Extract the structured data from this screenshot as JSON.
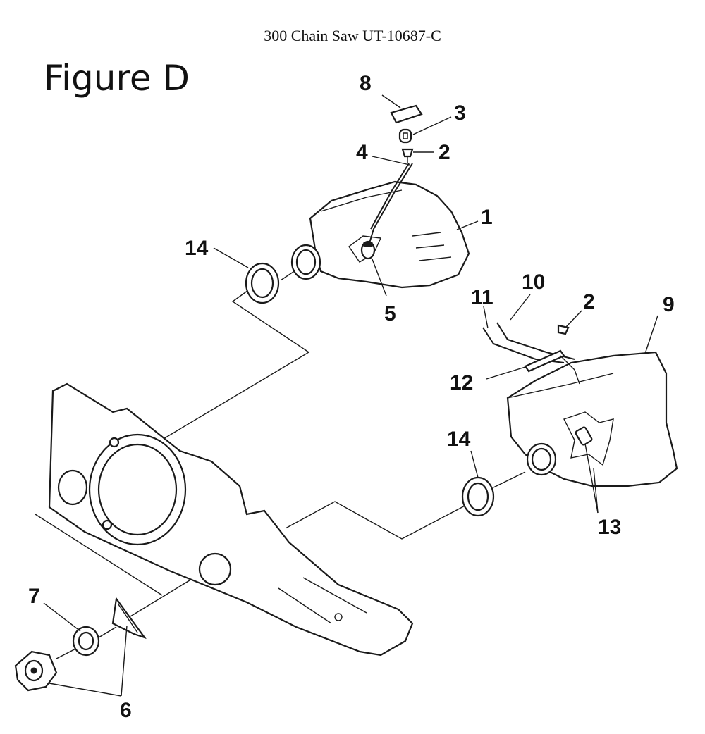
{
  "header": {
    "text": "300 Chain Saw UT-10687-C"
  },
  "figure": {
    "title": "Figure D"
  },
  "callouts": [
    {
      "id": "c8",
      "label": "8"
    },
    {
      "id": "c3",
      "label": "3"
    },
    {
      "id": "c2a",
      "label": "2"
    },
    {
      "id": "c4",
      "label": "4"
    },
    {
      "id": "c1",
      "label": "1"
    },
    {
      "id": "c14a",
      "label": "14"
    },
    {
      "id": "c5",
      "label": "5"
    },
    {
      "id": "c10",
      "label": "10"
    },
    {
      "id": "c11",
      "label": "11"
    },
    {
      "id": "c2b",
      "label": "2"
    },
    {
      "id": "c9",
      "label": "9"
    },
    {
      "id": "c12",
      "label": "12"
    },
    {
      "id": "c14b",
      "label": "14"
    },
    {
      "id": "c13",
      "label": "13"
    },
    {
      "id": "c7",
      "label": "7"
    },
    {
      "id": "c6",
      "label": "6"
    }
  ]
}
